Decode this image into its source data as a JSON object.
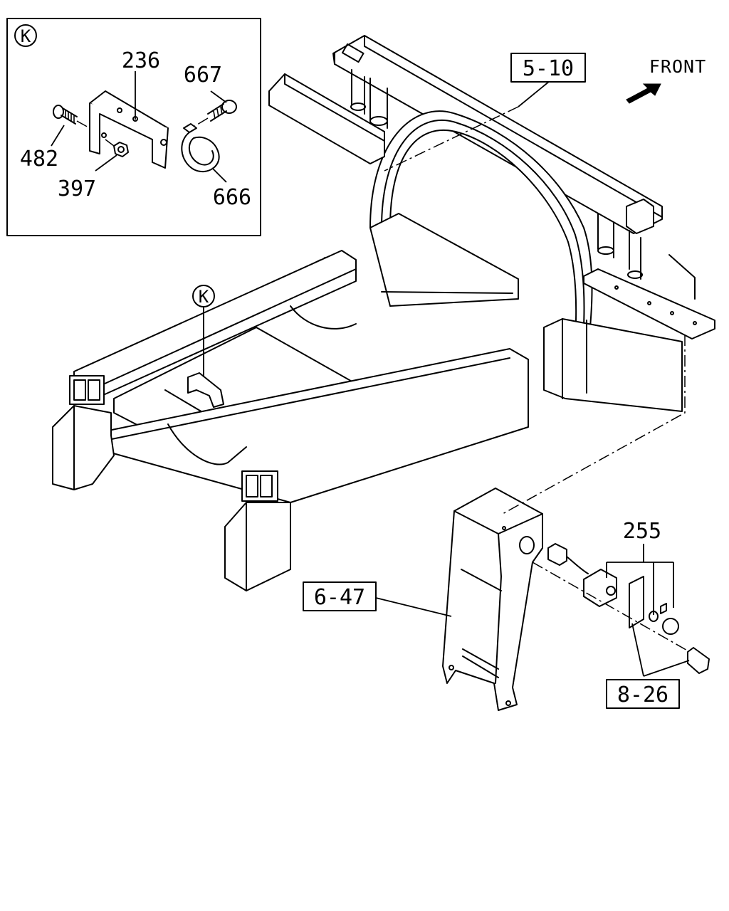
{
  "callouts": {
    "detail_marker": "K",
    "detail_inset_marker": "K",
    "part_236": "236",
    "part_667": "667",
    "part_482": "482",
    "part_397": "397",
    "part_666": "666",
    "ref_5_10": "5-10",
    "ref_6_47": "6-47",
    "part_255": "255",
    "ref_8_26": "8-26"
  },
  "orientation": {
    "front_label": "FRONT",
    "arrow_icon": "front-arrow-icon"
  }
}
